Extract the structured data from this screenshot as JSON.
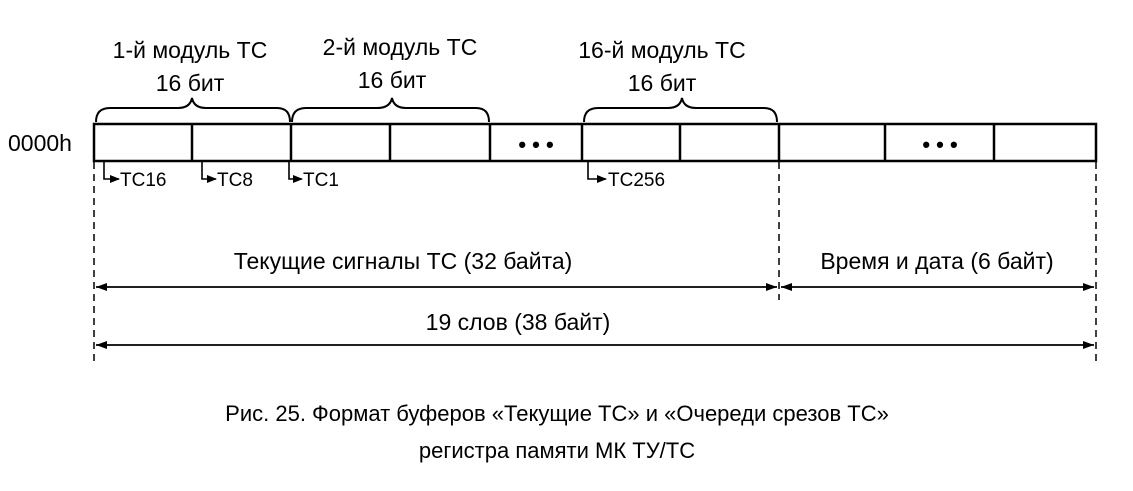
{
  "address": "0000h",
  "modules": [
    {
      "title": "1-й модуль ТС",
      "bits": "16 бит"
    },
    {
      "title": "2-й модуль ТС",
      "bits": "16 бит"
    },
    {
      "title": "16-й модуль ТС",
      "bits": "16 бит"
    }
  ],
  "bit_labels": [
    "TC16",
    "TC8",
    "TC1",
    "TC256"
  ],
  "ellipsis": "• • •",
  "spans": {
    "current_signals": "Текущие сигналы ТС (32 байта)",
    "time_date": "Время и дата (6 байт)",
    "total": "19 слов (38 байт)"
  },
  "caption": {
    "line1": "Рис. 25. Формат буферов «Текущие ТС» и «Очереди срезов ТС»",
    "line2": "регистра памяти МК ТУ/ТС"
  }
}
